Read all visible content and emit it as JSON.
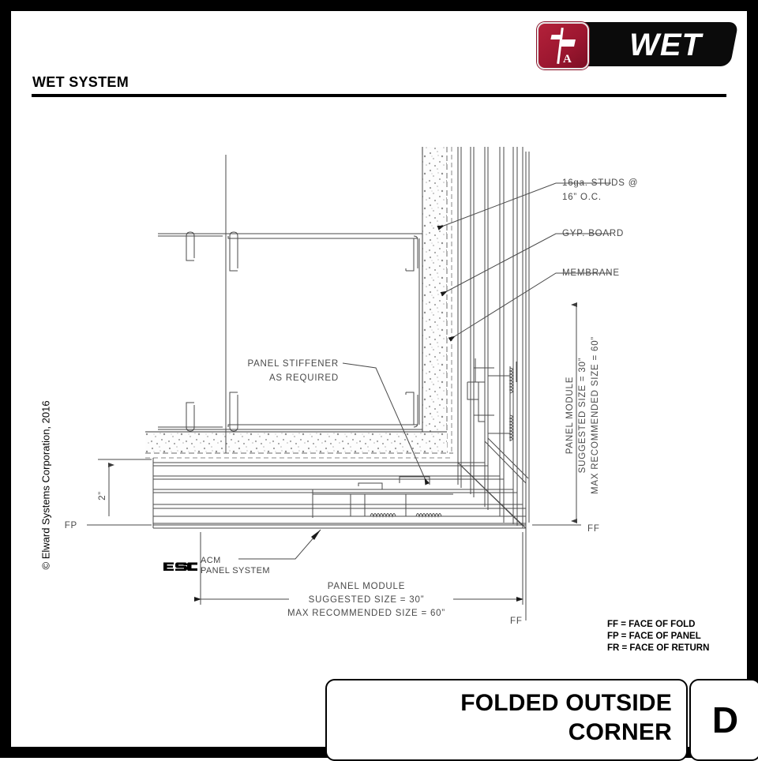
{
  "sheet": {
    "header_title": "WET SYSTEM",
    "logo": {
      "brand": "WET",
      "mark_letter": "A"
    },
    "copyright": "© Elward Systems Corporation, 2016"
  },
  "title_block": {
    "line1": "FOLDED OUTSIDE",
    "line2": "CORNER",
    "detail_letter": "D"
  },
  "legend": {
    "ff": "FF = FACE OF FOLD",
    "fp": "FP = FACE OF PANEL",
    "fr": "FR = FACE OF RETURN"
  },
  "callouts": {
    "studs_line1": "16ga. STUDS @",
    "studs_line2": "16” O.C.",
    "gyp_board": "GYP. BOARD",
    "membrane": "MEMBRANE",
    "stiffener_line1": "PANEL STIFFENER",
    "stiffener_line2": "AS REQUIRED"
  },
  "dimensions": {
    "vertical_module_line1": "PANEL MODULE",
    "vertical_module_line2": "SUGGESTED SIZE = 30”",
    "vertical_module_line3": "MAX RECOMMENDED SIZE = 60”",
    "horizontal_module_line1": "PANEL MODULE",
    "horizontal_module_line2": "SUGGESTED SIZE = 30”",
    "horizontal_module_line3": "MAX RECOMMENDED SIZE = 60”",
    "panel_depth": "2”",
    "mark_fp": "FP",
    "mark_ff_right": "FF",
    "mark_ff_bottom": "FF"
  },
  "manufacturer": {
    "logo_text": "ESC",
    "product_line1": "ACM",
    "product_line2": "PANEL SYSTEM"
  },
  "colors": {
    "brand_red": "#9d1730",
    "ink": "#000000",
    "cad_line": "#4a4a4a",
    "gyp_fill": "#efefef"
  }
}
